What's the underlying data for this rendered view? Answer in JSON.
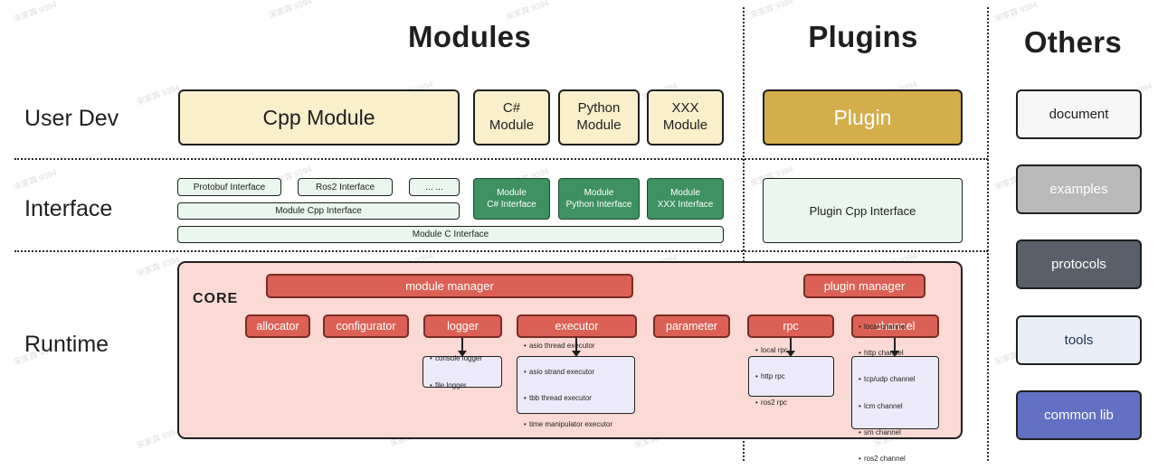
{
  "watermark": {
    "text": "宋家霖 9394"
  },
  "headers": {
    "modules": "Modules",
    "plugins": "Plugins",
    "others": "Others"
  },
  "row_labels": {
    "user_dev": "User Dev",
    "interface": "Interface",
    "runtime": "Runtime"
  },
  "user_dev": {
    "cpp_module": "Cpp Module",
    "csharp_module": "C#\nModule",
    "python_module": "Python\nModule",
    "xxx_module": "XXX\nModule",
    "plugin": "Plugin"
  },
  "interface": {
    "protobuf": "Protobuf Interface",
    "ros2": "Ros2 Interface",
    "ellipsis": "... ...",
    "module_cpp": "Module Cpp Interface",
    "module_c": "Module C Interface",
    "module_csharp": "Module\nC# Interface",
    "module_python": "Module\nPython Interface",
    "module_xxx": "Module\nXXX Interface",
    "plugin_cpp": "Plugin Cpp Interface"
  },
  "runtime": {
    "core_label": "CORE",
    "module_manager": "module manager",
    "plugin_manager": "plugin manager",
    "components": [
      "allocator",
      "configurator",
      "logger",
      "executor",
      "parameter",
      "rpc",
      "channel"
    ],
    "logger_items": [
      "console logger",
      "file logger"
    ],
    "executor_items": [
      "asio thread executor",
      "asio strand executor",
      "tbb thread executor",
      "time manipulator executor"
    ],
    "rpc_items": [
      "local rpc",
      "http rpc",
      "ros2 rpc"
    ],
    "channel_items": [
      "local channel",
      "http channel",
      "tcp/udp channel",
      "lcm channel",
      "sm channel",
      "ros2 channel"
    ]
  },
  "others": {
    "items": [
      {
        "label": "document"
      },
      {
        "label": "examples"
      },
      {
        "label": "protocols"
      },
      {
        "label": "tools"
      },
      {
        "label": "common lib"
      }
    ]
  },
  "colors": {
    "cream": "#FAEFCB",
    "gold": "#D4AE4B",
    "interface_light_green": "#E9F7EE",
    "interface_green": "#3E9160",
    "core_background": "#FBD9D4",
    "component_red": "#DB6156",
    "detail_lavender": "#ECE9F8",
    "document_bg": "#F6F6F6",
    "examples_bg": "#B9B9B9",
    "protocols_bg": "#596069",
    "tools_bg": "#E9EDF8",
    "common_lib_bg": "#6170C2"
  }
}
